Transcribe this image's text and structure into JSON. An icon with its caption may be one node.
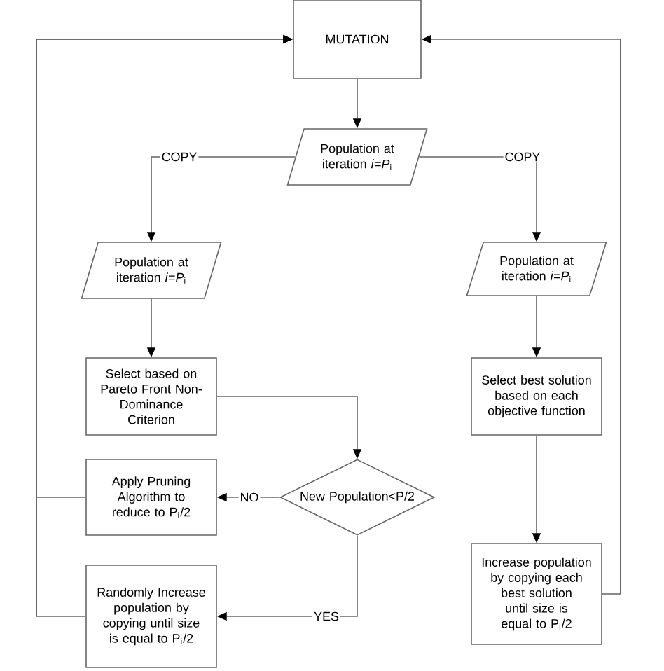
{
  "diagram": {
    "nodes": [
      {
        "text": [
          "MUTATION"
        ]
      },
      {
        "text": [
          "Population at iteration *i*=*P*$_{i}$"
        ]
      },
      {
        "text": [
          "Population at iteration *i*=*P*$_{i}$"
        ]
      },
      {
        "text": [
          "Population at iteration *i*=*P*$_{i}$"
        ]
      },
      {
        "text": [
          "Select based on Pareto Front Non-Dominance Criterion"
        ]
      },
      {
        "text": [
          "Select best solution based on each objective function"
        ]
      },
      {
        "text": [
          "New Population<P/2"
        ]
      },
      {
        "text": [
          "Apply Pruning Algorithm to reduce to P$_{i}$/2"
        ]
      },
      {
        "text": [
          "Randomly Increase population by copying until size is equal to P$_{i}$/2"
        ]
      },
      {
        "text": [
          "Increase population by copying each best solution until size is equal to P$_{i}$/2"
        ]
      }
    ],
    "edges": [
      {
        "from": 0,
        "to": 1,
        "arrow": "to"
      },
      {
        "from": 1,
        "to": 2,
        "arrow": "to",
        "label": "COPY"
      },
      {
        "from": 1,
        "to": 3,
        "arrow": "to",
        "label": "COPY"
      },
      {
        "from": 2,
        "to": 4,
        "arrow": "to"
      },
      {
        "from": 3,
        "to": 5,
        "arrow": "to"
      },
      {
        "from": 4,
        "to": 6,
        "arrow": "to"
      },
      {
        "from": 5,
        "to": 9,
        "arrow": "to"
      },
      {
        "from": 6,
        "to": 7,
        "arrow": "to",
        "label": "NO"
      },
      {
        "from": 6,
        "to": 8,
        "arrow": "to",
        "label": "YES"
      },
      {
        "from": 7,
        "to": 0,
        "arrow": "to"
      },
      {
        "from": 8,
        "to": 0,
        "arrow": "to"
      },
      {
        "from": 9,
        "to": 0,
        "arrow": "to"
      }
    ]
  }
}
